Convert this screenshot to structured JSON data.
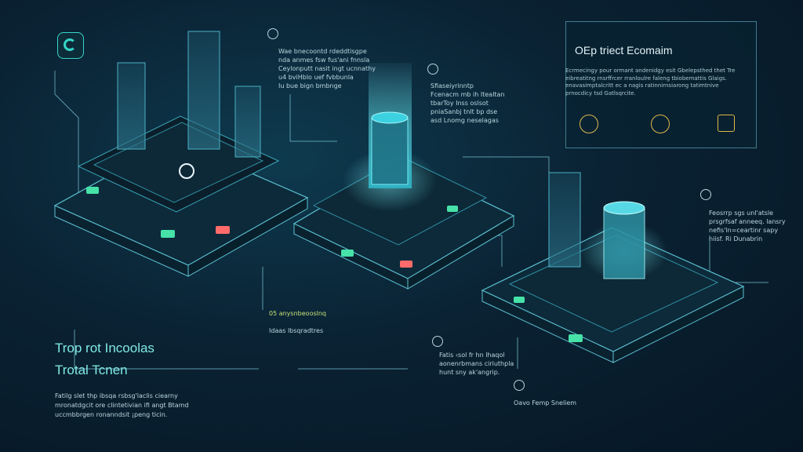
{
  "brand": {
    "logo_icon": "c-logo-icon",
    "accent": "#35d6c8"
  },
  "panel": {
    "title": "OEp triect Ecomaim",
    "body": "Ecrmecingy pour ormant andenidgy esit Gbelepsthed thet Tre\neibreatitng rnsrffrcer rranloulre faleng tbiobemattis Glaigs.\nenavasimptalcritt ec a nagis ratinnirnsiarong tatimtnive\nprnocdicy tsd Gatlsqrcite.",
    "icons": [
      "ledger-icon",
      "coin-icon",
      "terminal-icon"
    ]
  },
  "headline": {
    "line1": "Trop rot Incoolas",
    "line2": "Trotal Tcnen"
  },
  "description": "Fatilg slet thp ibsqa rsbsg'laclis ciearny\nmronatdgcit ore clintetivian ifi angt Btamd\nuccmbbrgen ronanndsit ¡peng ticin.",
  "annotations": {
    "top_left": "Wae bnecoontd rdeddtisgpe\nnda anmes fsw fus'ani fnnsla\nCeylonputt nasit ingt ucnnathy\nu4 bviHblo uef fvbbunla\nIu bue bign bmbnge",
    "top_mid": "Sfiaseiyrinntp\nFcenacm mb ih Itealtan\ntbarToy Inss oslsot\npniaSanbj tnlt bp dse\nasd Lnomg neselagas",
    "right_mid": "Feosrrp sgs unl'atsle\nprsgrfsaf anneeq. lansry\nnefis'ln=ceartinr sapy\nniisf. Ri Dunabrin",
    "mid_label_1": "05 anysnbeooslnq",
    "mid_label_2": "Idaas lbsqradtres",
    "bottom_mid": "Fatis ‹sol fr hn lhaqol\naonenrbmans ciriuthpla\nhunt sny ak'angrip.",
    "bottom_right": "Oavo Femp Sneliem"
  },
  "markers": [
    "cube-icon",
    "drop-icon",
    "pin-icon",
    "globe-icon",
    "flame-icon"
  ]
}
